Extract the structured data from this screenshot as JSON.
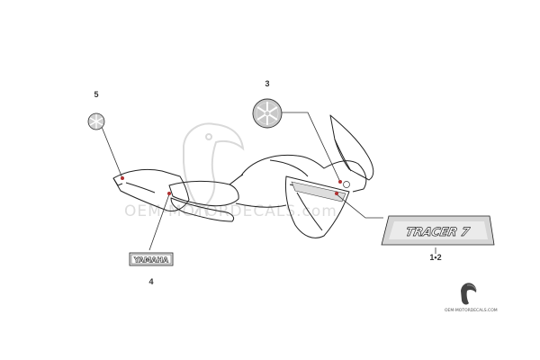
{
  "callouts": [
    {
      "id": "5",
      "label": "5"
    },
    {
      "id": "3",
      "label": "3"
    },
    {
      "id": "4",
      "label": "4"
    },
    {
      "id": "1-2",
      "label": "1•2"
    }
  ],
  "decals": {
    "side_decal_text": "TRACER 7",
    "tank_badge_text": "YAMAHA"
  },
  "watermark": {
    "main": "OEM-MOTORDECALS.com",
    "corner": "OEM-MOTORDECALS.COM"
  },
  "colors": {
    "line": "#222222",
    "leader": "#333333",
    "point": "#b03030",
    "watermark": "#dcdcdc"
  },
  "icons": [
    "yamaha-tuning-fork-emblem",
    "toucan-logo"
  ]
}
